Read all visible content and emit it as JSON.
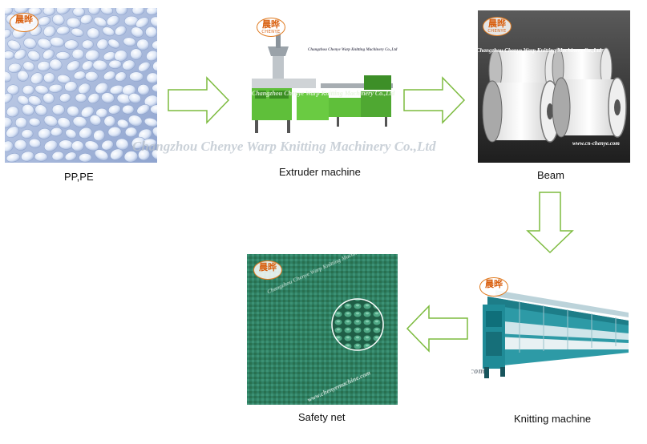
{
  "steps": [
    {
      "label": "PP,PE"
    },
    {
      "label": "Extruder machine"
    },
    {
      "label": "Beam"
    },
    {
      "label": "Knitting machine"
    },
    {
      "label": "Safety net"
    }
  ],
  "watermarks": {
    "company_large": "Changzhou Chenye Warp Knitting Machinery Co.,Ltd",
    "company_small": "Changzhou Chenye Warp Knitting Machinery Co.,Ltd",
    "website_small": "www.cn-chenye.com",
    "website_url": "http://www.cn-chenye.com",
    "website_net": "www.chenyemachine.com"
  },
  "logo": {
    "cn": "晨晔",
    "en": "CHENYE"
  },
  "colors": {
    "arrow_stroke": "#7dbb3f",
    "arrow_fill": "#ffffff",
    "logo_orange": "#e07a1f",
    "net_green": "#2f7f63"
  }
}
